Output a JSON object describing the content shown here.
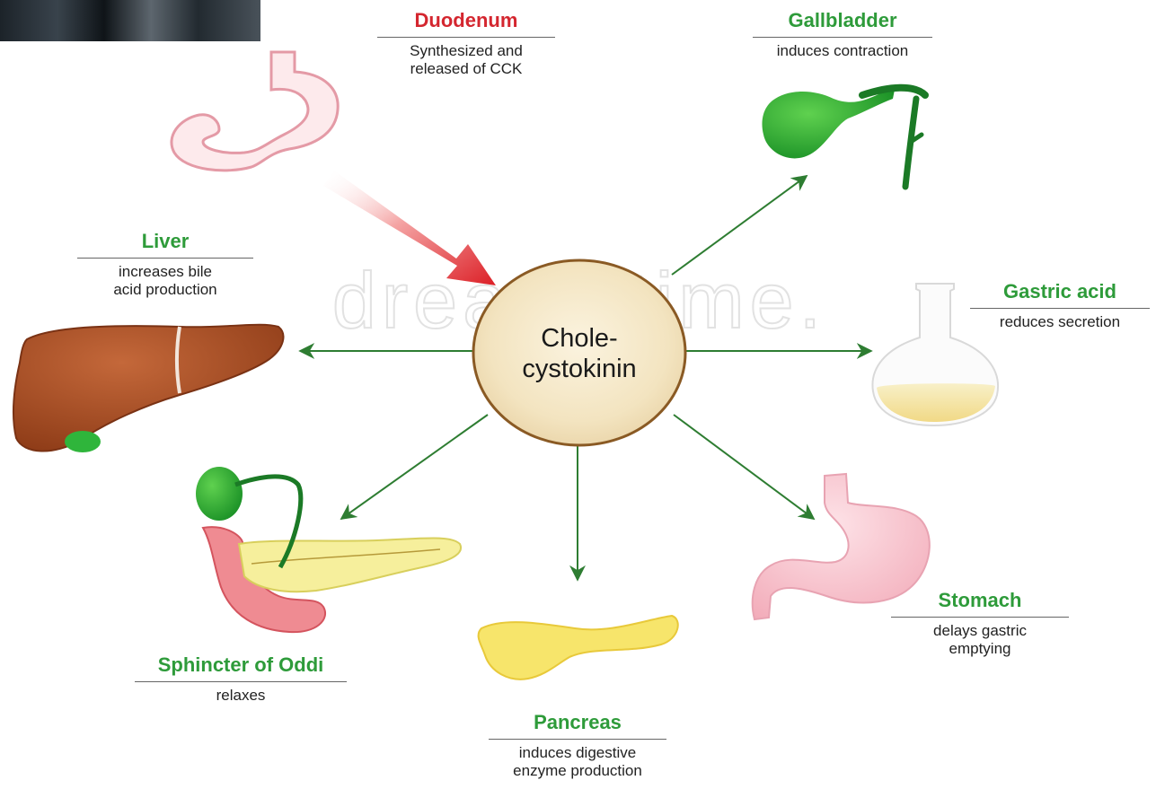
{
  "colors": {
    "title_green": "#2e9b3a",
    "title_red": "#d4262f",
    "arrow_green": "#2e7d32",
    "center_fill": "#f4e8cc",
    "center_stroke": "#8a5a24"
  },
  "hormone": {
    "name": "Chole-\ncystokinin"
  },
  "source": {
    "title": "Duodenum",
    "desc": "Synthesized and\nreleased of CCK"
  },
  "targets": {
    "gallbladder": {
      "title": "Gallbladder",
      "desc": "induces contraction"
    },
    "gastric_acid": {
      "title": "Gastric acid",
      "desc": "reduces secretion"
    },
    "stomach": {
      "title": "Stomach",
      "desc": "delays gastric\nemptying"
    },
    "pancreas": {
      "title": "Pancreas",
      "desc": "induces digestive\nenzyme production"
    },
    "sphincter": {
      "title": "Sphincter of Oddi",
      "desc": "relaxes"
    },
    "liver": {
      "title": "Liver",
      "desc": "increases bile\nacid production"
    }
  },
  "watermark": {
    "text": "dreamstime."
  }
}
